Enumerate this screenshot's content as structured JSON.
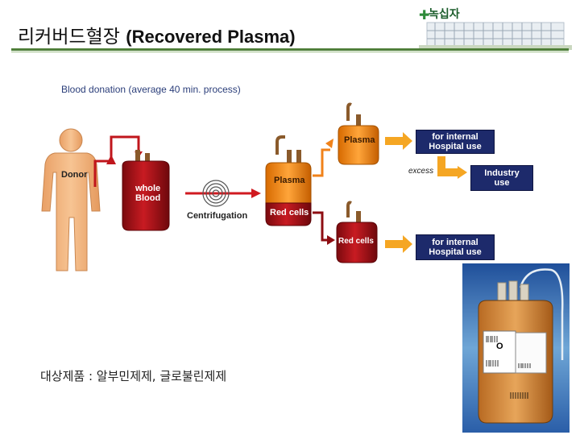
{
  "header": {
    "title_ko": "리커버드혈장",
    "title_en": "(Recovered Plasma)",
    "logo_text": "녹십자"
  },
  "diagram": {
    "top_note": "Blood donation  (average 40 min. process)",
    "donor": "Donor",
    "whole_blood_line1": "whole",
    "whole_blood_line2": "Blood",
    "centrifugation": "Centrifugation",
    "bag_plasma": "Plasma",
    "bag_red_cells": "Red cells",
    "plasma_out": "Plasma",
    "red_cells_out": "Red cells",
    "excess": "excess",
    "hospital_use_1_line1": "for internal",
    "hospital_use_1_line2": "Hospital use",
    "industry_line1": "Industry",
    "industry_line2": "use",
    "hospital_use_2_line1": "for internal",
    "hospital_use_2_line2": "Hospital use"
  },
  "footer": {
    "products": "대상제품 : 알부민제제, 글로불린제제"
  },
  "photo": {
    "blood_type": "O"
  },
  "colors": {
    "blood_red": "#b3161b",
    "dark_red": "#8e0d12",
    "plasma_orange": "#f08a1c",
    "box_navy": "#1d2a6b",
    "arrow_orange": "#f5a623",
    "donor_skin": "#f2b77f"
  }
}
